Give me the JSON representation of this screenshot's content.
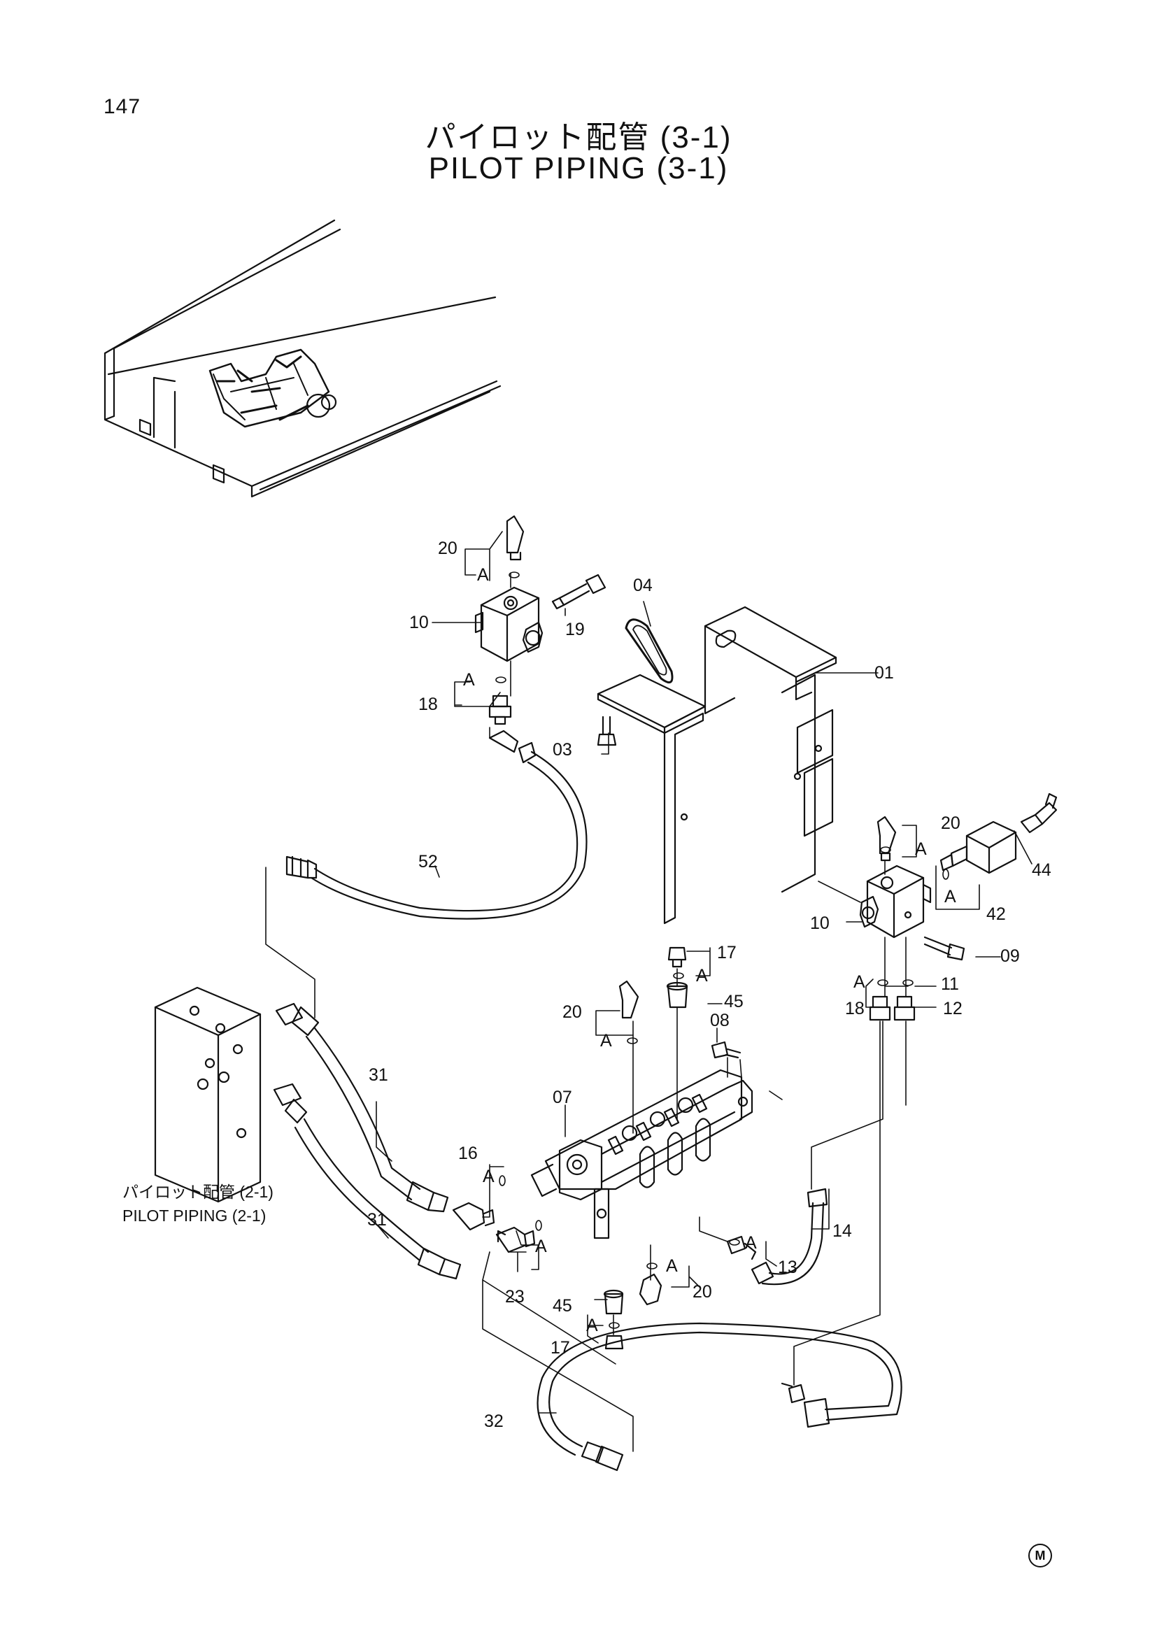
{
  "page_number": "147",
  "title_ja": "パイロット配管 (3-1)",
  "title_en": "PILOT PIPING (3-1)",
  "reference": {
    "ja": "パイロット配管 (2-1)",
    "en": "PILOT PIPING (2-1)"
  },
  "callouts": {
    "p01": "01",
    "p03": "03",
    "p04": "04",
    "p07": "07",
    "p08": "08",
    "p09": "09",
    "p10a": "10",
    "p10b": "10",
    "p11": "11",
    "p12": "12",
    "p13": "13",
    "p14": "14",
    "p16": "16",
    "p17a": "17",
    "p17b": "17",
    "p18a": "18",
    "p18b": "18",
    "p19": "19",
    "p20a": "20",
    "p20b": "20",
    "p20c": "20",
    "p20d": "20",
    "p23": "23",
    "p31a": "31",
    "p31b": "31",
    "p32": "32",
    "p42": "42",
    "p44": "44",
    "p45a": "45",
    "p45b": "45",
    "p52": "52"
  },
  "seal_mark": "A",
  "corner_mark": "M"
}
